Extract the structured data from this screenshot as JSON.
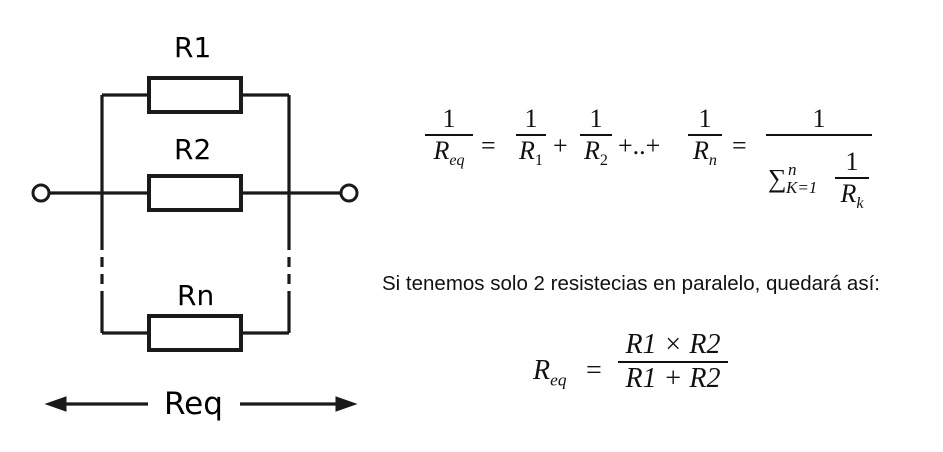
{
  "circuit": {
    "resistor_labels": [
      "R1",
      "R2",
      "Rn"
    ],
    "total_label": "Req"
  },
  "formula_general": {
    "one": "1",
    "req": "R",
    "req_sub": "eq",
    "r": "R",
    "sub1": "1",
    "sub2": "2",
    "subn": "n",
    "equals": "=",
    "plus": "+",
    "dots_plus": "+..+",
    "sum_symbol": "∑",
    "sum_lower": "K=1",
    "sum_upper": "n",
    "sub_k": "k"
  },
  "note": "Si tenemos solo 2 resistecias en paralelo, quedará así:",
  "formula_two": {
    "req": "R",
    "req_sub": "eq",
    "equals": "=",
    "numerator": "R1 × R2",
    "denominator": "R1 + R2"
  }
}
